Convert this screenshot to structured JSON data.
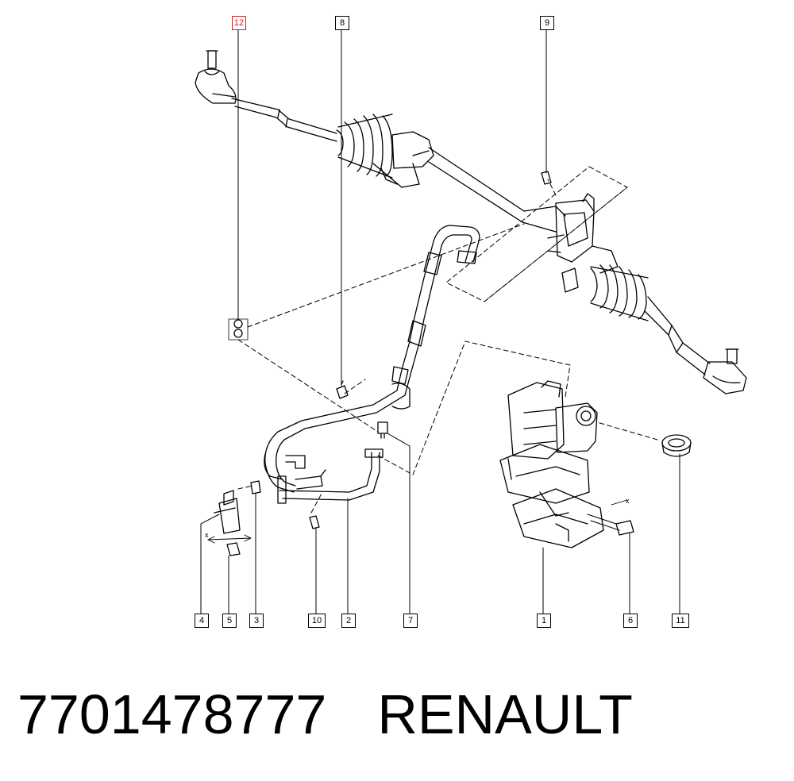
{
  "callouts": {
    "c1": "1",
    "c2": "2",
    "c3": "3",
    "c4": "4",
    "c5": "5",
    "c6": "6",
    "c7": "7",
    "c8": "8",
    "c9": "9",
    "c10": "10",
    "c11": "11",
    "c12": "12"
  },
  "dimension_marks": {
    "x_left": "x",
    "x_right": "x"
  },
  "highlight_color": "#d0202a",
  "caption": {
    "part_number": "7701478777",
    "brand": "RENAULT"
  }
}
